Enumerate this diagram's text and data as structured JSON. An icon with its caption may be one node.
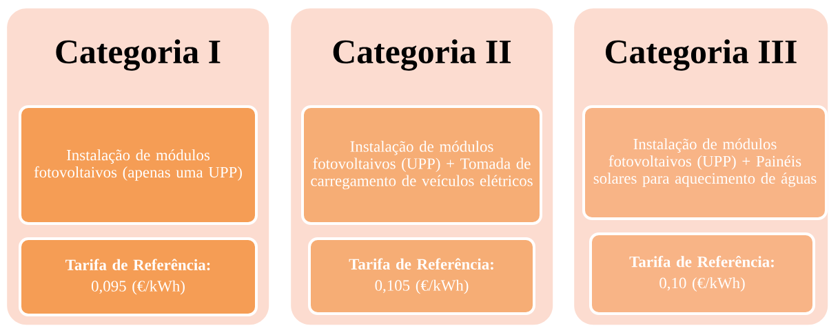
{
  "diagram": {
    "nodes": [
      {
        "text": [
          "Categoria I"
        ]
      },
      {
        "text": [
          "Instalação de módulos fotovoltaivos (apenas uma UPP)"
        ],
        "in": 0
      },
      {
        "text": [
          "Tarifa de Referência:",
          "0,095 (€/kWh)"
        ],
        "in": 0
      },
      {
        "text": [
          "Categoria II"
        ]
      },
      {
        "text": [
          "Instalação de módulos fotovoltaivos (UPP) + Tomada de carregamento de veículos elétricos"
        ],
        "in": 3
      },
      {
        "text": [
          "Tarifa de Referência:",
          "0,105 (€/kWh)"
        ],
        "in": 3
      },
      {
        "text": [
          "Categoria III"
        ]
      },
      {
        "text": [
          "Instalação de módulos fotovoltaivos (UPP) + Painéis solares para aquecimento de águas"
        ],
        "in": 6
      },
      {
        "text": [
          "Tarifa de Referência:",
          "0,10 (€/kWh)"
        ],
        "in": 6
      }
    ]
  }
}
